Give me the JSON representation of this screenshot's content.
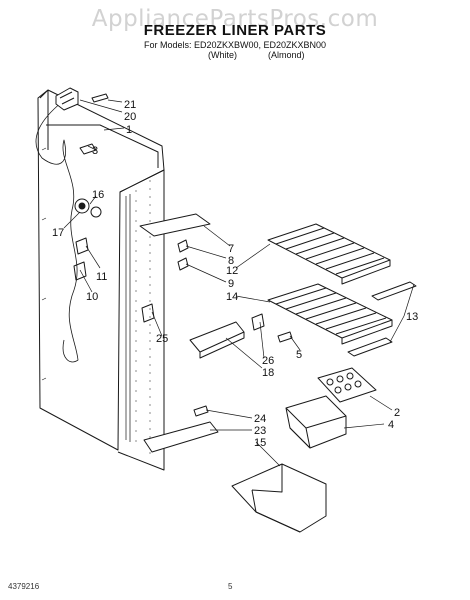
{
  "watermark": "AppliancePartsPros.com",
  "header": {
    "title": "FREEZER LINER PARTS",
    "models_line": "For Models: ED20ZKXBW00, ED20ZKXBN00",
    "color_white": "(White)",
    "color_almond": "(Almond)"
  },
  "footer": {
    "doc_number": "4379216",
    "page_number": "5"
  },
  "callouts": [
    "21",
    "20",
    "1",
    "3",
    "16",
    "17",
    "11",
    "10",
    "7",
    "8",
    "12",
    "9",
    "14",
    "13",
    "5",
    "25",
    "26",
    "18",
    "2",
    "4",
    "24",
    "23",
    "15"
  ]
}
